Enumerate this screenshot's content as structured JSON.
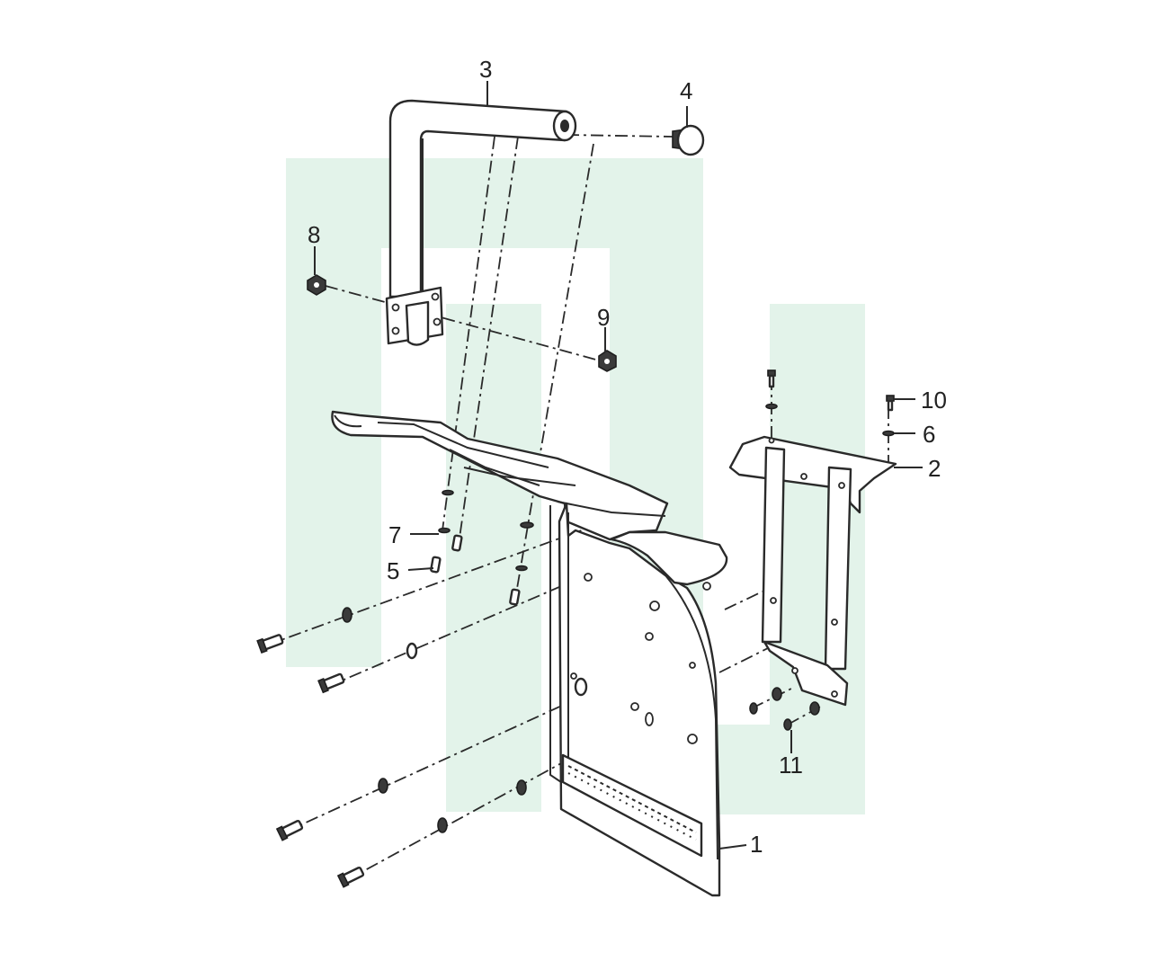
{
  "diagram": {
    "background_watermark_color": "#e3f3ea",
    "line_color": "#2a2a2a",
    "callouts": [
      {
        "id": "c1",
        "label": "1"
      },
      {
        "id": "c2",
        "label": "2"
      },
      {
        "id": "c3",
        "label": "3"
      },
      {
        "id": "c4",
        "label": "4"
      },
      {
        "id": "c5",
        "label": "5"
      },
      {
        "id": "c6",
        "label": "6"
      },
      {
        "id": "c7",
        "label": "7"
      },
      {
        "id": "c8",
        "label": "8"
      },
      {
        "id": "c9",
        "label": "9"
      },
      {
        "id": "c10",
        "label": "10"
      },
      {
        "id": "c11",
        "label": "11"
      }
    ]
  }
}
